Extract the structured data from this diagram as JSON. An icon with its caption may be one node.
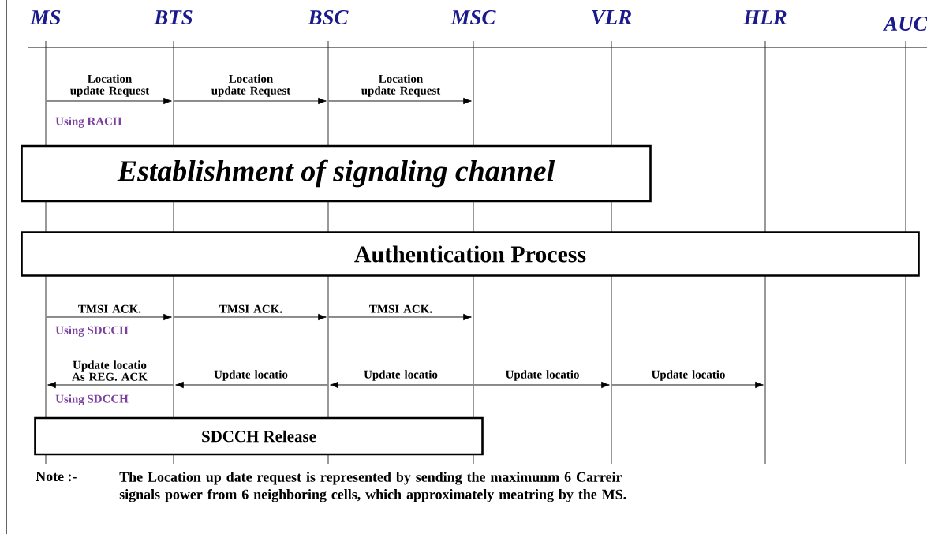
{
  "diagram": {
    "nodes": [
      {
        "text": [],
        "shape": "bar",
        "beside": [
          "MS"
        ]
      },
      {
        "text": [],
        "shape": "bar",
        "beside": [
          "BTS"
        ]
      },
      {
        "text": [],
        "shape": "bar",
        "beside": [
          "BSC"
        ]
      },
      {
        "text": [],
        "shape": "bar",
        "beside": [
          "MSC"
        ]
      },
      {
        "text": [],
        "shape": "bar",
        "beside": [
          "VLR"
        ]
      },
      {
        "text": [],
        "shape": "bar",
        "beside": [
          "HLR"
        ]
      },
      {
        "text": [],
        "shape": "bar",
        "beside": [
          "AUC"
        ]
      },
      {
        "text": [
          "Establishment of signaling channel"
        ]
      },
      {
        "text": [
          "Authentication Process"
        ]
      },
      {
        "text": [
          "SDCCH Release"
        ]
      }
    ],
    "edges": [
      {
        "from": 0,
        "to": 1,
        "arrow": "to",
        "label": "Location update Request"
      },
      {
        "from": 1,
        "to": 2,
        "arrow": "to",
        "label": "Location update Request"
      },
      {
        "from": 2,
        "to": 3,
        "arrow": "to",
        "label": "Location update Request"
      },
      {
        "from": 0,
        "to": 1,
        "arrow": "to",
        "label": "TMSI ACK."
      },
      {
        "from": 1,
        "to": 2,
        "arrow": "to",
        "label": "TMSI ACK."
      },
      {
        "from": 2,
        "to": 3,
        "arrow": "to",
        "label": "TMSI ACK."
      },
      {
        "from": 1,
        "to": 0,
        "arrow": "to",
        "label": "Update locatio As REG. ACK"
      },
      {
        "from": 2,
        "to": 1,
        "arrow": "to",
        "label": "Update locatio"
      },
      {
        "from": 3,
        "to": 2,
        "arrow": "to",
        "label": "Update locatio"
      },
      {
        "from": 3,
        "to": 4,
        "arrow": "to",
        "label": "Update locatio"
      },
      {
        "from": 4,
        "to": 5,
        "arrow": "to",
        "label": "Update locatio"
      }
    ],
    "labels": [
      "Using RACH",
      "Using SDCCH",
      "Using SDCCH",
      "Note :-",
      "The Location up date request is represented by sending the maximunm 6 Carreir signals power from 6 neighboring cells, which approximately meatring by the MS."
    ]
  }
}
